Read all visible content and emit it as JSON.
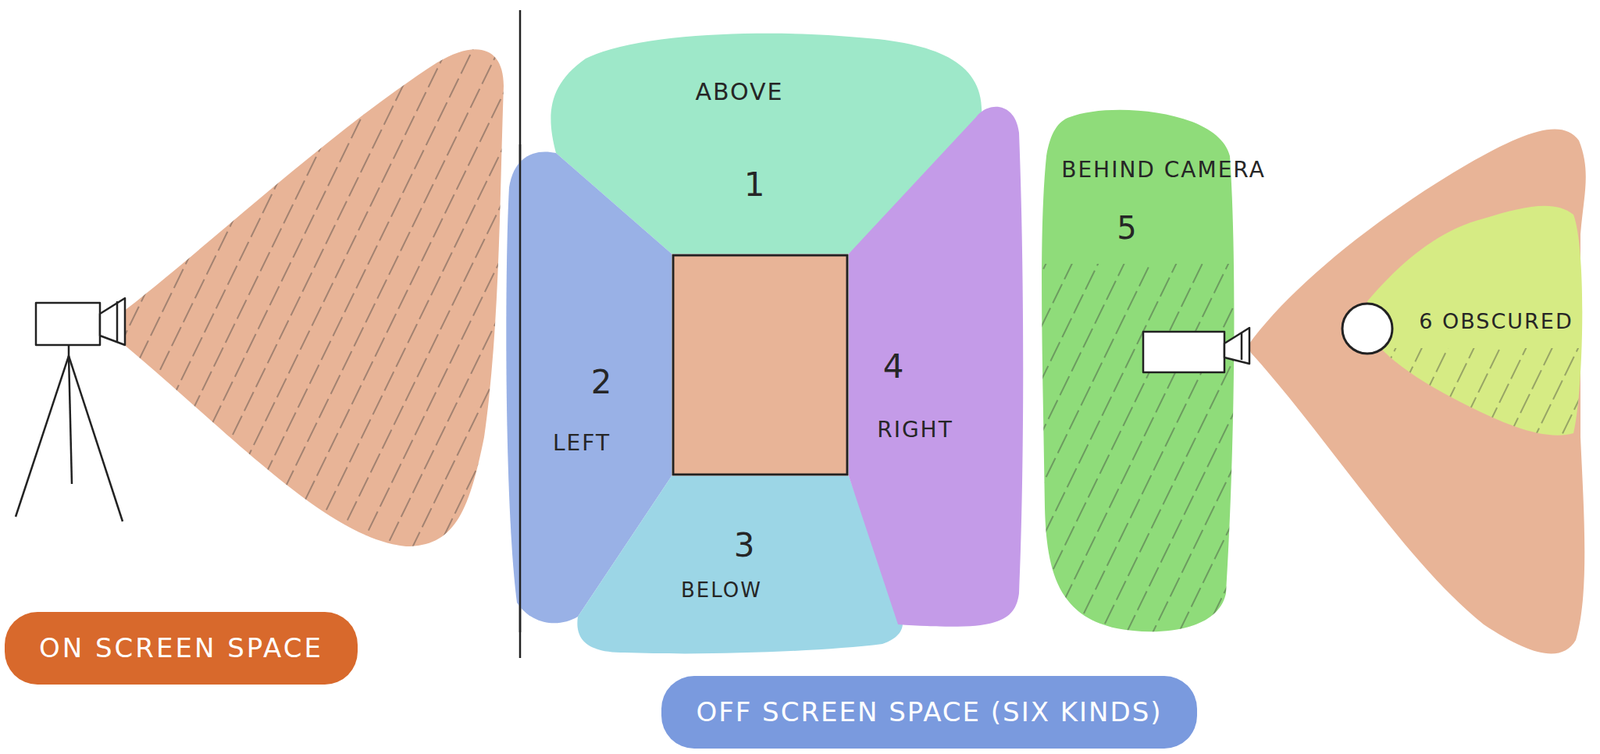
{
  "diagram": {
    "nodes": [
      {
        "text": [
          "ON SCREEN SPACE"
        ]
      },
      {
        "text": [
          "ABOVE",
          "1"
        ]
      },
      {
        "text": [
          "2",
          "LEFT"
        ]
      },
      {
        "text": [
          "3",
          "BELOW"
        ]
      },
      {
        "text": [
          "4",
          "RIGHT"
        ]
      },
      {
        "text": [
          "BEHIND CAMERA",
          "5"
        ]
      },
      {
        "text": [
          "6 OBSCURED"
        ]
      },
      {
        "text": [
          "OFF SCREEN SPACE (SIX KINDS)"
        ]
      }
    ]
  }
}
